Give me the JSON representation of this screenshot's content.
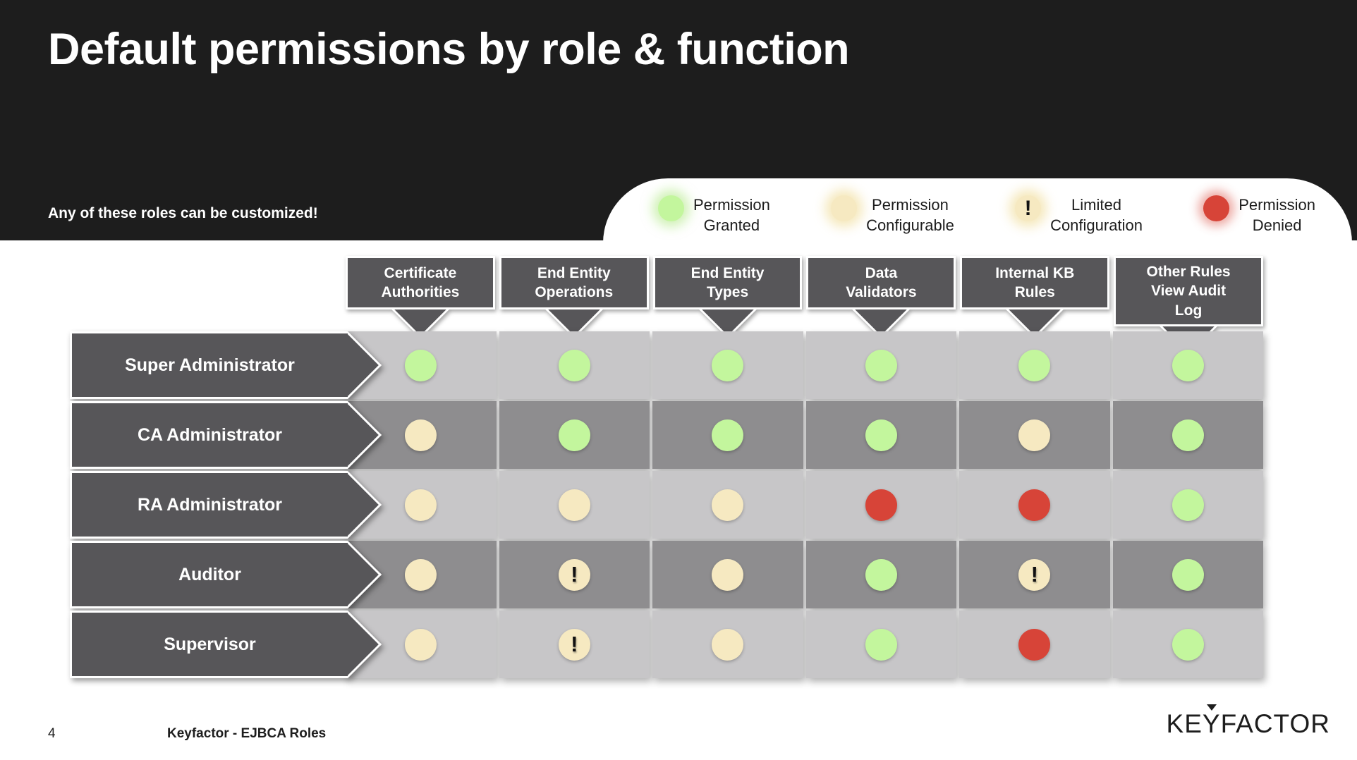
{
  "slide": {
    "title": "Default permissions by role & function",
    "subtitle": "Any of these roles can be customized!",
    "page_number": "4",
    "footer_label": "Keyfactor - EJBCA Roles",
    "logo": {
      "pre": "KE",
      "y": "Y",
      "post": "FACTOR"
    }
  },
  "legend": {
    "items": [
      {
        "type": "granted",
        "label": "Permission\nGranted"
      },
      {
        "type": "configurable",
        "label": "Permission\nConfigurable"
      },
      {
        "type": "limited",
        "label": "Limited\nConfiguration",
        "mark": "!"
      },
      {
        "type": "denied",
        "label": "Permission\nDenied"
      }
    ]
  },
  "matrix": {
    "limited_mark": "!",
    "columns": [
      "Certificate\nAuthorities",
      "End Entity\nOperations",
      "End Entity\nTypes",
      "Data\nValidators",
      "Internal KB\nRules",
      "Other Rules\nView Audit\nLog"
    ],
    "rows": [
      {
        "label": "Super Administrator",
        "cells": [
          "granted",
          "granted",
          "granted",
          "granted",
          "granted",
          "granted"
        ]
      },
      {
        "label": "CA Administrator",
        "cells": [
          "configurable",
          "granted",
          "granted",
          "granted",
          "configurable",
          "granted"
        ]
      },
      {
        "label": "RA Administrator",
        "cells": [
          "configurable",
          "configurable",
          "configurable",
          "denied",
          "denied",
          "granted"
        ]
      },
      {
        "label": "Auditor",
        "cells": [
          "configurable",
          "limited",
          "configurable",
          "granted",
          "limited",
          "granted"
        ]
      },
      {
        "label": "Supervisor",
        "cells": [
          "configurable",
          "limited",
          "configurable",
          "granted",
          "denied",
          "granted"
        ]
      }
    ]
  },
  "colors": {
    "dark_background": "#1d1d1d",
    "header_gray": "#575659",
    "row_light": "#c7c6c8",
    "row_dark": "#8e8d8f",
    "granted_green": "#c3f69d",
    "configurable_tan": "#f6e9c1",
    "denied_red": "#d74438"
  }
}
